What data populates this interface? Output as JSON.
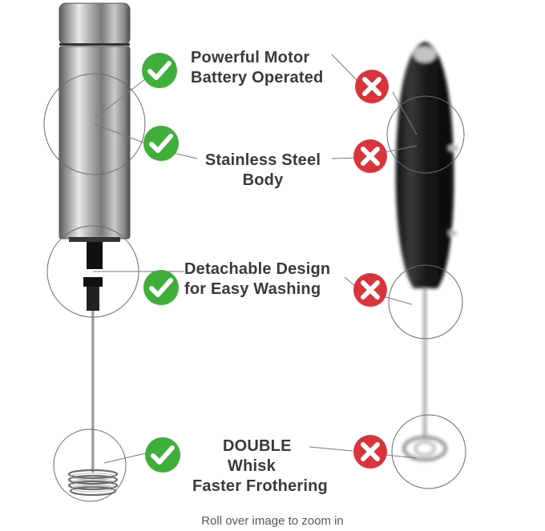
{
  "features": [
    {
      "lines": [
        "Powerful Motor",
        "Battery Operated"
      ],
      "left": "check",
      "right": "cross"
    },
    {
      "lines": [
        "Stainless Steel",
        "Body"
      ],
      "left": "check",
      "right": "cross"
    },
    {
      "lines": [
        "Detachable Design",
        "for Easy Washing"
      ],
      "left": "check",
      "right": "cross"
    },
    {
      "lines": [
        "DOUBLE",
        "Whisk",
        "Faster Frothering"
      ],
      "left": "check",
      "right": "cross"
    }
  ],
  "icons": {
    "check": "check-circle-icon",
    "cross": "cross-circle-icon"
  },
  "colors": {
    "check": "#3fae3b",
    "cross": "#d9343b",
    "text": "#3a3a3a"
  },
  "caption": "Roll over image to zoom in"
}
